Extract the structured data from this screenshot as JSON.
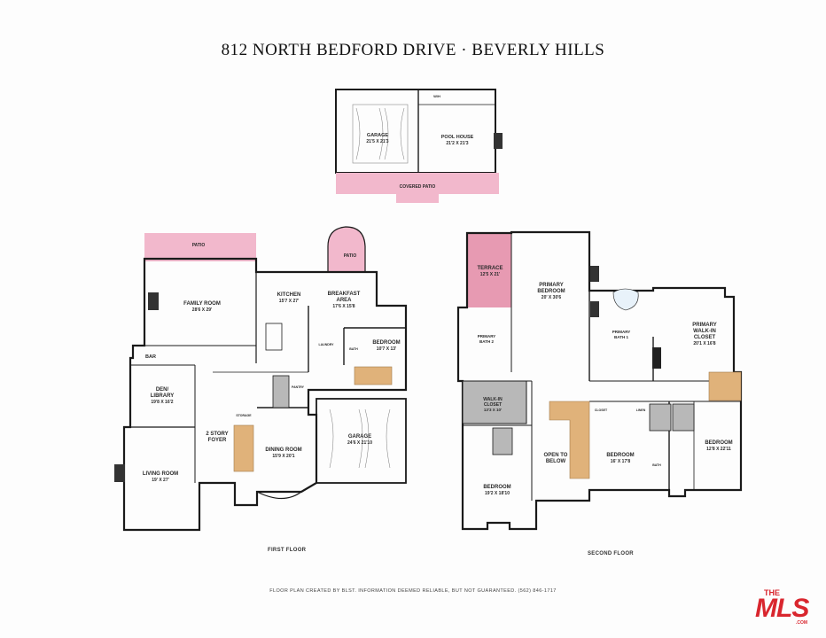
{
  "title": "812 NORTH  BEDFORD DRIVE · BEVERLY HILLS",
  "top_building": {
    "garage": {
      "name": "GARAGE",
      "dims": "21'5 X 21'3"
    },
    "pool_house": {
      "name": "POOL HOUSE",
      "dims": "21'2 X 21'3"
    },
    "covered_patio": "COVERED PATIO",
    "wh": "W/H"
  },
  "first_floor": {
    "caption": "FIRST FLOOR",
    "patio_1": "PATIO",
    "patio_2": "PATIO",
    "family_room": {
      "name": "FAMILY ROOM",
      "dims": "28'6 X 29'"
    },
    "kitchen": {
      "name": "KITCHEN",
      "dims": "15'7 X 27'"
    },
    "breakfast": {
      "name1": "BREAKFAST",
      "name2": "AREA",
      "dims": "17'6 X 15'8"
    },
    "bar": "BAR",
    "den": {
      "name1": "DEN/",
      "name2": "LIBRARY",
      "dims": "19'8 X 16'2"
    },
    "bedroom": {
      "name": "BEDROOM",
      "dims": "10'7 X 13'"
    },
    "laundry": "LAUNDRY",
    "bath": "BATH",
    "pantry": "PANTRY",
    "foyer": {
      "name1": "2 STORY",
      "name2": "FOYER"
    },
    "dining": {
      "name": "DINING ROOM",
      "dims": "15'9 X 20'1"
    },
    "garage": {
      "name": "GARAGE",
      "dims": "24'6 X 21'10"
    },
    "living": {
      "name": "LIVING ROOM",
      "dims": "19' X 27'"
    },
    "storage": "STORAGE"
  },
  "second_floor": {
    "caption": "SECOND FLOOR",
    "terrace": {
      "name": "TERRACE",
      "dims": "12'5 X 21'"
    },
    "primary_bedroom": {
      "name1": "PRIMARY",
      "name2": "BEDROOM",
      "dims": "20' X 30'6"
    },
    "primary_bath_2": {
      "name1": "PRIMARY",
      "name2": "BATH 2"
    },
    "primary_bath_1": {
      "name1": "PRIMARY",
      "name2": "BATH 1"
    },
    "primary_walkin": {
      "name1": "PRIMARY",
      "name2": "WALK-IN",
      "name3": "CLOSET",
      "dims": "20'1 X 16'8"
    },
    "walkin_closet": {
      "name1": "WALK-IN",
      "name2": "CLOSET",
      "dims": "13'3 X 10'"
    },
    "open_to_below": {
      "name1": "OPEN TO",
      "name2": "BELOW"
    },
    "bedroom_center": {
      "name": "BEDROOM",
      "dims": "16' X 17'8"
    },
    "bedroom_right": {
      "name": "BEDROOM",
      "dims": "12'8 X 22'11"
    },
    "bedroom_left": {
      "name": "BEDROOM",
      "dims": "19'2 X 18'10"
    },
    "closet": "CLOSET",
    "linen": "LINEN",
    "bath": "BATH"
  },
  "footer": "FLOOR PLAN CREATED BY BLST. INFORMATION DEEMED RELIABLE, BUT NOT GUARANTEED. (562) 846-1717",
  "logo": {
    "the": "THE",
    "mls": "MLS",
    "com": ".COM"
  },
  "colors": {
    "patio": "#f2b8cc",
    "terrace": "#e79ab2",
    "wall": "#1a1a1a",
    "stairs": "#e0b27a",
    "closet_fill": "#b8b8b8"
  }
}
